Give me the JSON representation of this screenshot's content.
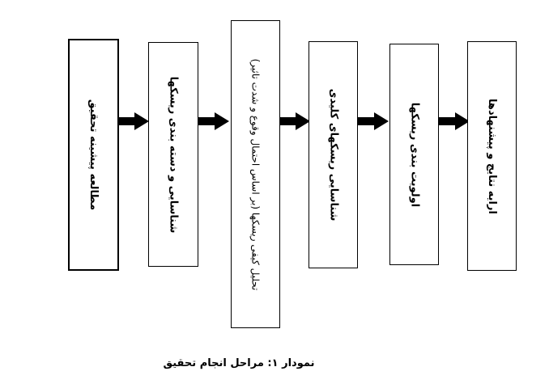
{
  "steps": [
    "مطالعه پیشینه تحقیق",
    "شناسایی و دسته بندی ریسکها",
    "تحلیل کیفی ریسکها (بر اساس احتمال وقوع و شدت تاثیر)",
    "شناسایی ریسکهای کلیدی",
    "اولویت بندی ریسکها",
    "ارایه نتایج و پیشنهادها"
  ],
  "caption": "نمودار ۱: مراحل انجام تحقیق"
}
